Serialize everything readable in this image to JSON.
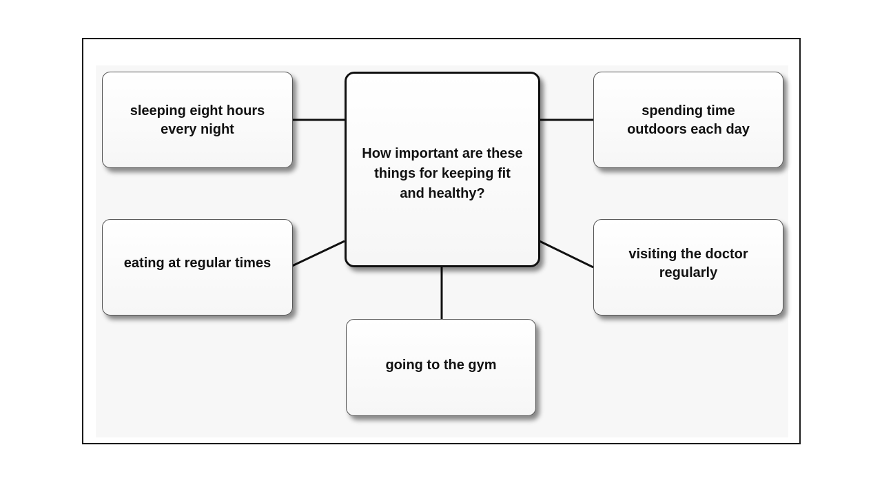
{
  "diagram": {
    "center": {
      "line1": "How important are these",
      "line2": "things for keeping fit",
      "line3": "and healthy?"
    },
    "nodes": {
      "sleeping": {
        "line1": "sleeping eight hours",
        "line2": "every night"
      },
      "eating": {
        "line1": "eating at regular times"
      },
      "outdoors": {
        "line1": "spending time",
        "line2": "outdoors each day"
      },
      "doctor": {
        "line1": "visiting the doctor",
        "line2": "regularly"
      },
      "gym": {
        "line1": "going to the gym"
      }
    }
  }
}
